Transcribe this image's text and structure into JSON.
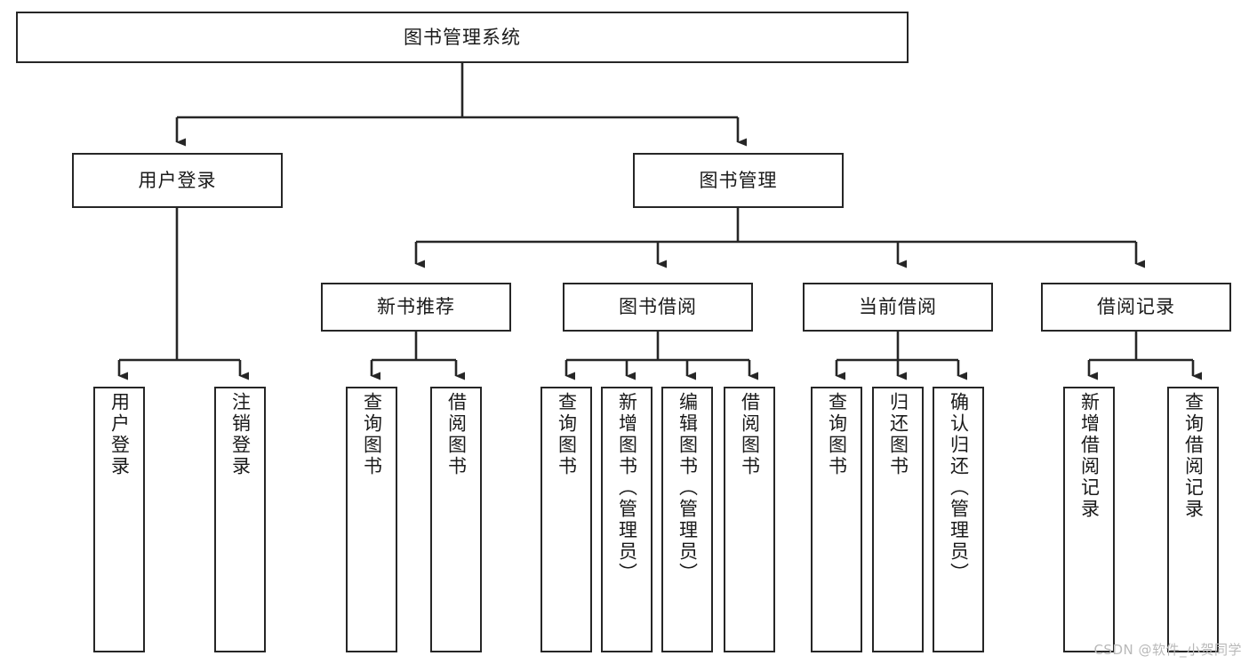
{
  "diagram": {
    "title": "图书管理系统",
    "watermark": "CSDN @软件_小贺同学",
    "root": {
      "label": "图书管理系统"
    },
    "level1": [
      {
        "label": "用户登录"
      },
      {
        "label": "图书管理"
      }
    ],
    "level2": [
      {
        "label": "新书推荐"
      },
      {
        "label": "图书借阅"
      },
      {
        "label": "当前借阅"
      },
      {
        "label": "借阅记录"
      }
    ],
    "leaves": {
      "user_login": [
        {
          "label": "用户登录"
        },
        {
          "label": "注销登录"
        }
      ],
      "new_book": [
        {
          "label": "查询图书"
        },
        {
          "label": "借阅图书"
        }
      ],
      "borrow_book": [
        {
          "label": "查询图书"
        },
        {
          "label": "新增图书（管理员）"
        },
        {
          "label": "编辑图书（管理员）"
        },
        {
          "label": "借阅图书"
        }
      ],
      "current_borrow": [
        {
          "label": "查询图书"
        },
        {
          "label": "归还图书"
        },
        {
          "label": "确认归还（管理员）"
        }
      ],
      "borrow_record": [
        {
          "label": "新增借阅记录"
        },
        {
          "label": "查询借阅记录"
        }
      ]
    }
  },
  "colors": {
    "stroke": "#262626",
    "text": "#1a1a1a",
    "background": "#ffffff",
    "watermark": "#b9b9b9"
  }
}
